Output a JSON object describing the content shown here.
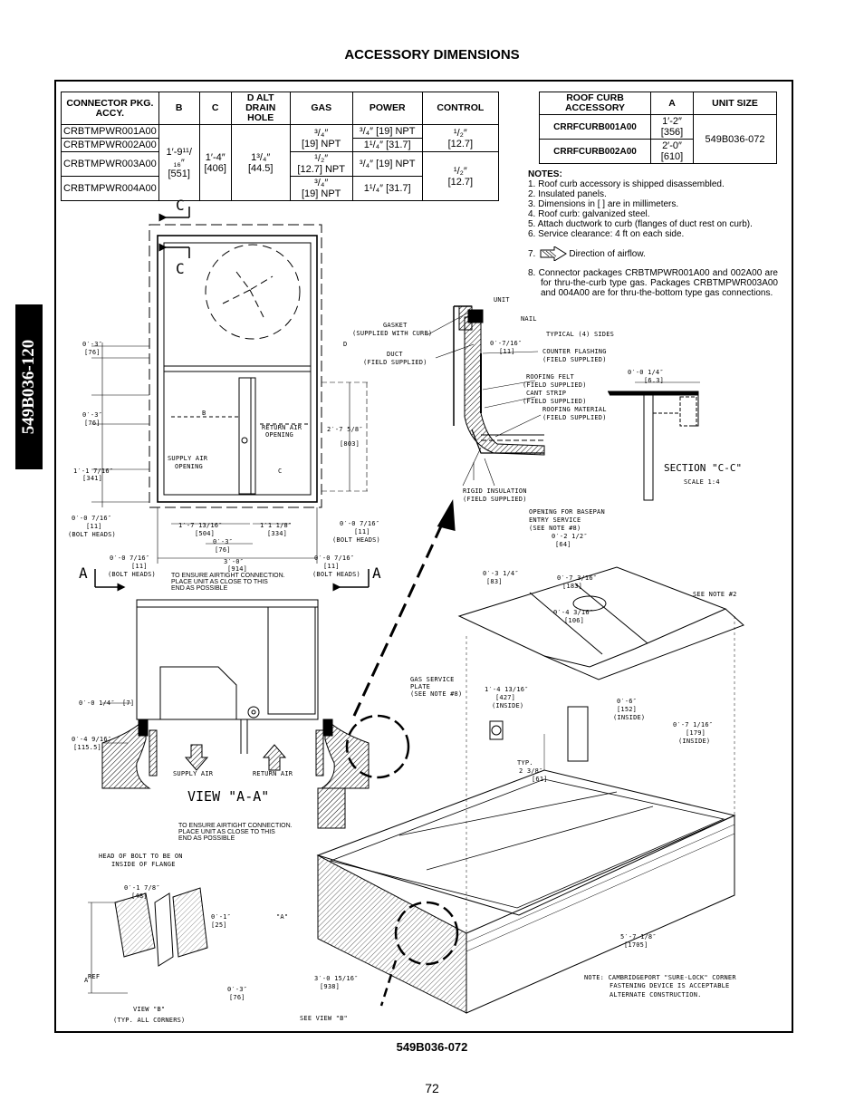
{
  "title": "ACCESSORY DIMENSIONS",
  "side_tab": "549B036-120",
  "connector_table": {
    "headers": [
      "CONNECTOR PKG. ACCY.",
      "B",
      "C",
      "D ALT DRAIN HOLE",
      "GAS",
      "POWER",
      "CONTROL"
    ],
    "models": [
      "CRBTMPWR001A00",
      "CRBTMPWR002A00",
      "CRBTMPWR003A00",
      "CRBTMPWR004A00"
    ],
    "b": [
      "1′-9¹¹/₁₆″",
      "[551]"
    ],
    "c": [
      "1′-4″",
      "[406]"
    ],
    "d": [
      "1³/₄″",
      "[44.5]"
    ],
    "gas": [
      [
        "³/₄″",
        "[19] NPT"
      ],
      [
        "¹/₂″",
        "[12.7] NPT"
      ],
      [
        "³/₄″",
        "[19] NPT"
      ]
    ],
    "power": [
      "³/₄″ [19] NPT",
      "1¹/₄″ [31.7]",
      "³/₄″ [19] NPT",
      "1¹/₄″ [31.7]"
    ],
    "control": [
      [
        "¹/₂″",
        "[12.7]"
      ],
      [
        "¹/₂″",
        "[12.7]"
      ]
    ]
  },
  "curb_table": {
    "headers": [
      "ROOF CURB ACCESSORY",
      "A",
      "UNIT SIZE"
    ],
    "rows": [
      {
        "model": "CRRFCURB001A00",
        "a": [
          "1′-2″",
          "[356]"
        ]
      },
      {
        "model": "CRRFCURB002A00",
        "a": [
          "2′-0″",
          "[610]"
        ]
      }
    ],
    "unit_size": "549B036-072"
  },
  "notes": {
    "title": "NOTES:",
    "items": [
      "1.  Roof curb accessory is shipped disassembled.",
      "2.  Insulated panels.",
      "3.  Dimensions in [    ] are in millimeters.",
      "4.  Roof curb: galvanized steel.",
      "5.  Attach ductwork to curb (flanges of duct rest on curb).",
      "6.  Service clearance: 4 ft on each side."
    ],
    "item7": "Direction of airflow.",
    "item7_num": "7.",
    "item8": "8. Connector packages CRBTMPWR001A00 and 002A00 are for thru-the-curb type gas. Packages CRBTMPWR003A00 and 004A00 are for thru-the-bottom type gas connections."
  },
  "drawing_labels": {
    "section_c": "C",
    "section_a": "A",
    "d_mark": "D",
    "b_mark": "B",
    "c_mark": "C",
    "return_air_opening": [
      "RETURN AIR",
      "OPENING"
    ],
    "supply_air_opening": [
      "SUPPLY AIR",
      "OPENING"
    ],
    "dims_left": [
      "0′-3″",
      "[76]",
      "0′-3″",
      "[76]",
      "1′-1 7/16″",
      "[341]",
      "0′-0 7/16″",
      "[11]",
      "(BOLT HEADS)"
    ],
    "dim_right": [
      "2′-7 5/8″",
      "[803]"
    ],
    "dims_bottom": [
      "1′-7 13/16″",
      "[504]",
      "1′1 1/8″",
      "[334]",
      "0′-3″",
      "[76]",
      "3′-0″",
      "[914]"
    ],
    "dims_bolt": [
      "0′-0 7/16″",
      "[11]",
      "(BOLT HEADS)"
    ],
    "airtight_note": [
      "TO ENSURE AIRTIGHT CONNECTION.",
      "PLACE UNIT AS CLOSE TO THIS",
      "END AS POSSIBLE"
    ],
    "view_aa_dims": [
      "0′-0 1/4″",
      "[7]",
      "0′-4 9/16″",
      "[115.5]"
    ],
    "supply_air": "SUPPLY AIR",
    "return_air": "RETURN AIR",
    "view_aa": "VIEW \"A-A\"",
    "unit": "UNIT",
    "nail": "NAIL",
    "gasket": [
      "GASKET",
      "(SUPPLIED WITH CURB)"
    ],
    "duct": [
      "DUCT",
      "(FIELD SUPPLIED)"
    ],
    "typical_sides": "TYPICAL (4) SIDES",
    "dim_7_16": "0′-7/16″",
    "dim_7_16_mm": "[11]",
    "counter_flashing": [
      "COUNTER FLASHING",
      "(FIELD SUPPLIED)"
    ],
    "roofing_felt": [
      "ROOFING FELT",
      "(FIELD SUPPLIED)"
    ],
    "cant_strip": [
      "CANT STRIP",
      "(FIELD SUPPLIED)"
    ],
    "roofing_material": [
      "ROOFING MATERIAL",
      "(FIELD SUPPLIED)"
    ],
    "rigid_insulation": [
      "RIGID INSULATION",
      "(FIELD SUPPLIED)"
    ],
    "section_dim": [
      "0′-0 1/4″",
      "[6.3]"
    ],
    "section_cc": "SECTION \"C-C\"",
    "scale": "SCALE 1:4",
    "basepan_opening": [
      "OPENING FOR BASEPAN",
      "ENTRY SERVICE",
      "(SEE NOTE #8)"
    ],
    "dim_2_half": [
      "0′-2 1/2″",
      "[64]"
    ],
    "dim_3_quarter": [
      "0′-3 1/4″",
      "[83]"
    ],
    "dim_7_3_16": [
      "0′-7 3/16″",
      "[183]"
    ],
    "dim_4_3_16": [
      "0′-4 3/16″",
      "[106]"
    ],
    "see_note2": "SEE NOTE #2",
    "gas_plate": [
      "GAS SERVICE",
      "PLATE",
      "(SEE NOTE #8)"
    ],
    "dim_1_4_13_16": [
      "1′-4 13/16″",
      "[427]",
      "(INSIDE)"
    ],
    "dim_0_6": [
      "0′-6″",
      "[152]",
      "(INSIDE)"
    ],
    "dim_0_7_1_16": [
      "0′-7 1/16″",
      "[179]",
      "(INSIDE)"
    ],
    "typ": [
      "TYP.",
      "2 3/8″",
      "[61]"
    ],
    "airtight_note2": [
      "TO ENSURE AIRTIGHT CONNECTION.",
      "PLACE UNIT AS CLOSE TO THIS",
      "END AS POSSIBLE"
    ],
    "head_of_bolt": [
      "HEAD OF BOLT TO BE ON",
      "INSIDE OF FLANGE"
    ],
    "dim_1_7_8": [
      "0′-1 7/8″",
      "[48]"
    ],
    "dim_0_1": [
      "0′-1″",
      "[25]"
    ],
    "dim_0_3": [
      "0′-3″",
      "[76]"
    ],
    "a_ref": [
      "A",
      "REF"
    ],
    "a_quote": "\"A\"",
    "view_b": "VIEW \"B\"",
    "view_b_sub": "(TYP. ALL CORNERS)",
    "dim_3_0_15_16": [
      "3′-0 15/16″",
      "[938]"
    ],
    "dim_5_7_1_8": [
      "5′-7 1/8″",
      "[1705]"
    ],
    "see_view_b": "SEE VIEW \"B\"",
    "cambridge_note": [
      "NOTE: CAMBRIDGEPORT \"SURE-LOCK\" CORNER",
      "FASTENING DEVICE IS ACCEPTABLE",
      "ALTERNATE CONSTRUCTION."
    ]
  },
  "doc_number": "549B036-072",
  "page_number": "72"
}
